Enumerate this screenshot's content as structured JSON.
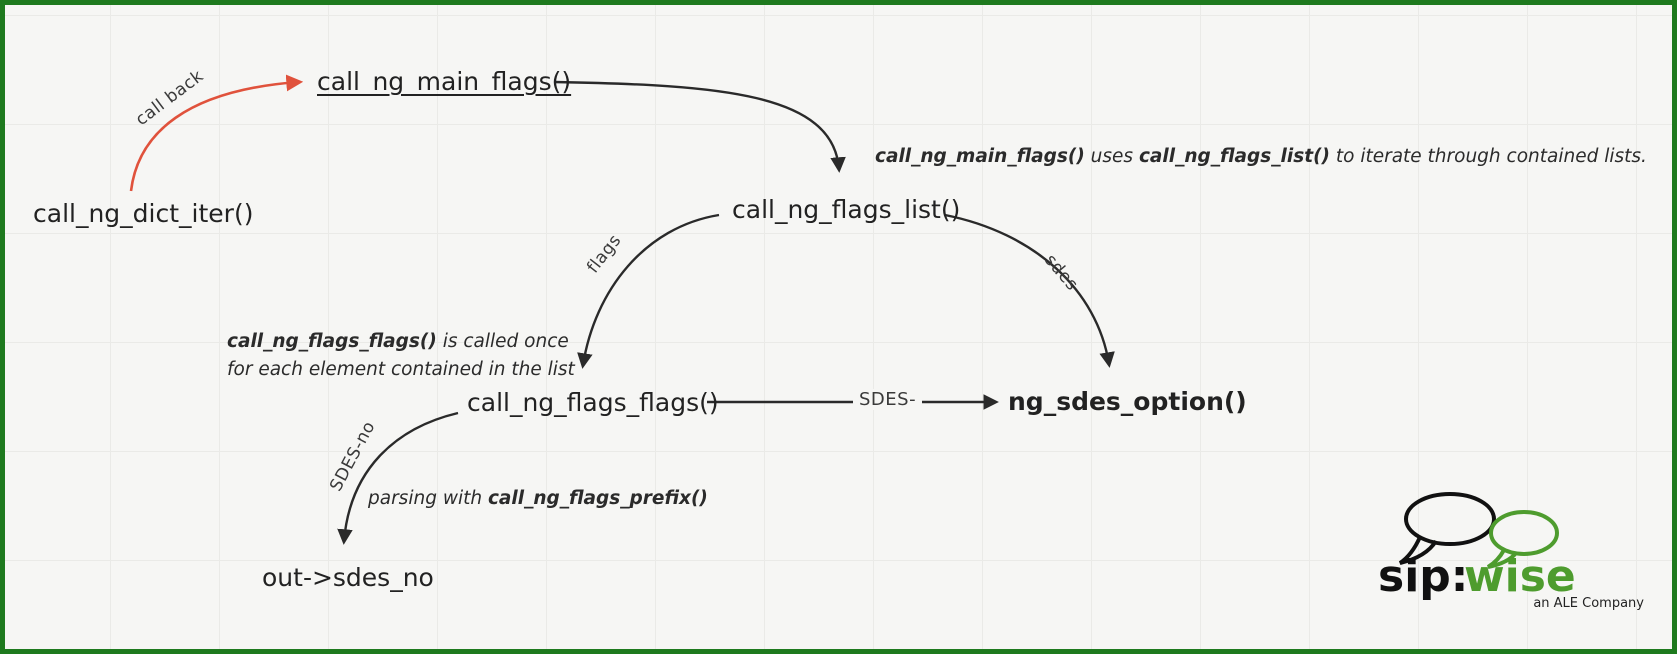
{
  "diagram": {
    "nodes": {
      "dict_iter": "call_ng_dict_iter()",
      "main_flags": "call_ng_main_flags()",
      "flags_list": "call_ng_flags_list()",
      "flags_flags": "call_ng_flags_flags()",
      "sdes_option": "ng_sdes_option()",
      "out_sdes_no": "out->sdes_no"
    },
    "edge_labels": {
      "call_back": "call back",
      "flags": "flags",
      "sdes": "sdes",
      "sdes_dash": "SDES-",
      "sdes_no": "SDES-no"
    },
    "annotations": {
      "main_flags_note": [
        {
          "text": "call_ng_main_flags()",
          "bold": true
        },
        {
          "text": " uses ",
          "bold": false
        },
        {
          "text": "call_ng_flags_list()",
          "bold": true
        },
        {
          "text": " to iterate through contained lists.",
          "bold": false
        }
      ],
      "flags_flags_note_line1": [
        {
          "text": "call_ng_flags_flags()",
          "bold": true
        },
        {
          "text": " is called once",
          "bold": false
        }
      ],
      "flags_flags_note_line2": [
        {
          "text": "for each element contained in the list",
          "bold": false
        }
      ],
      "parsing_note": [
        {
          "text": "parsing with ",
          "bold": false
        },
        {
          "text": "call_ng_flags_prefix()",
          "bold": true
        }
      ]
    },
    "colors": {
      "border": "#1e7a1e",
      "callback_arrow": "#e0523c",
      "arrow": "#2a2a2a",
      "logo_green": "#4e9c2e"
    }
  },
  "logo": {
    "brand_black": "sip:",
    "brand_green": "wise",
    "tagline": "an ALE Company"
  }
}
